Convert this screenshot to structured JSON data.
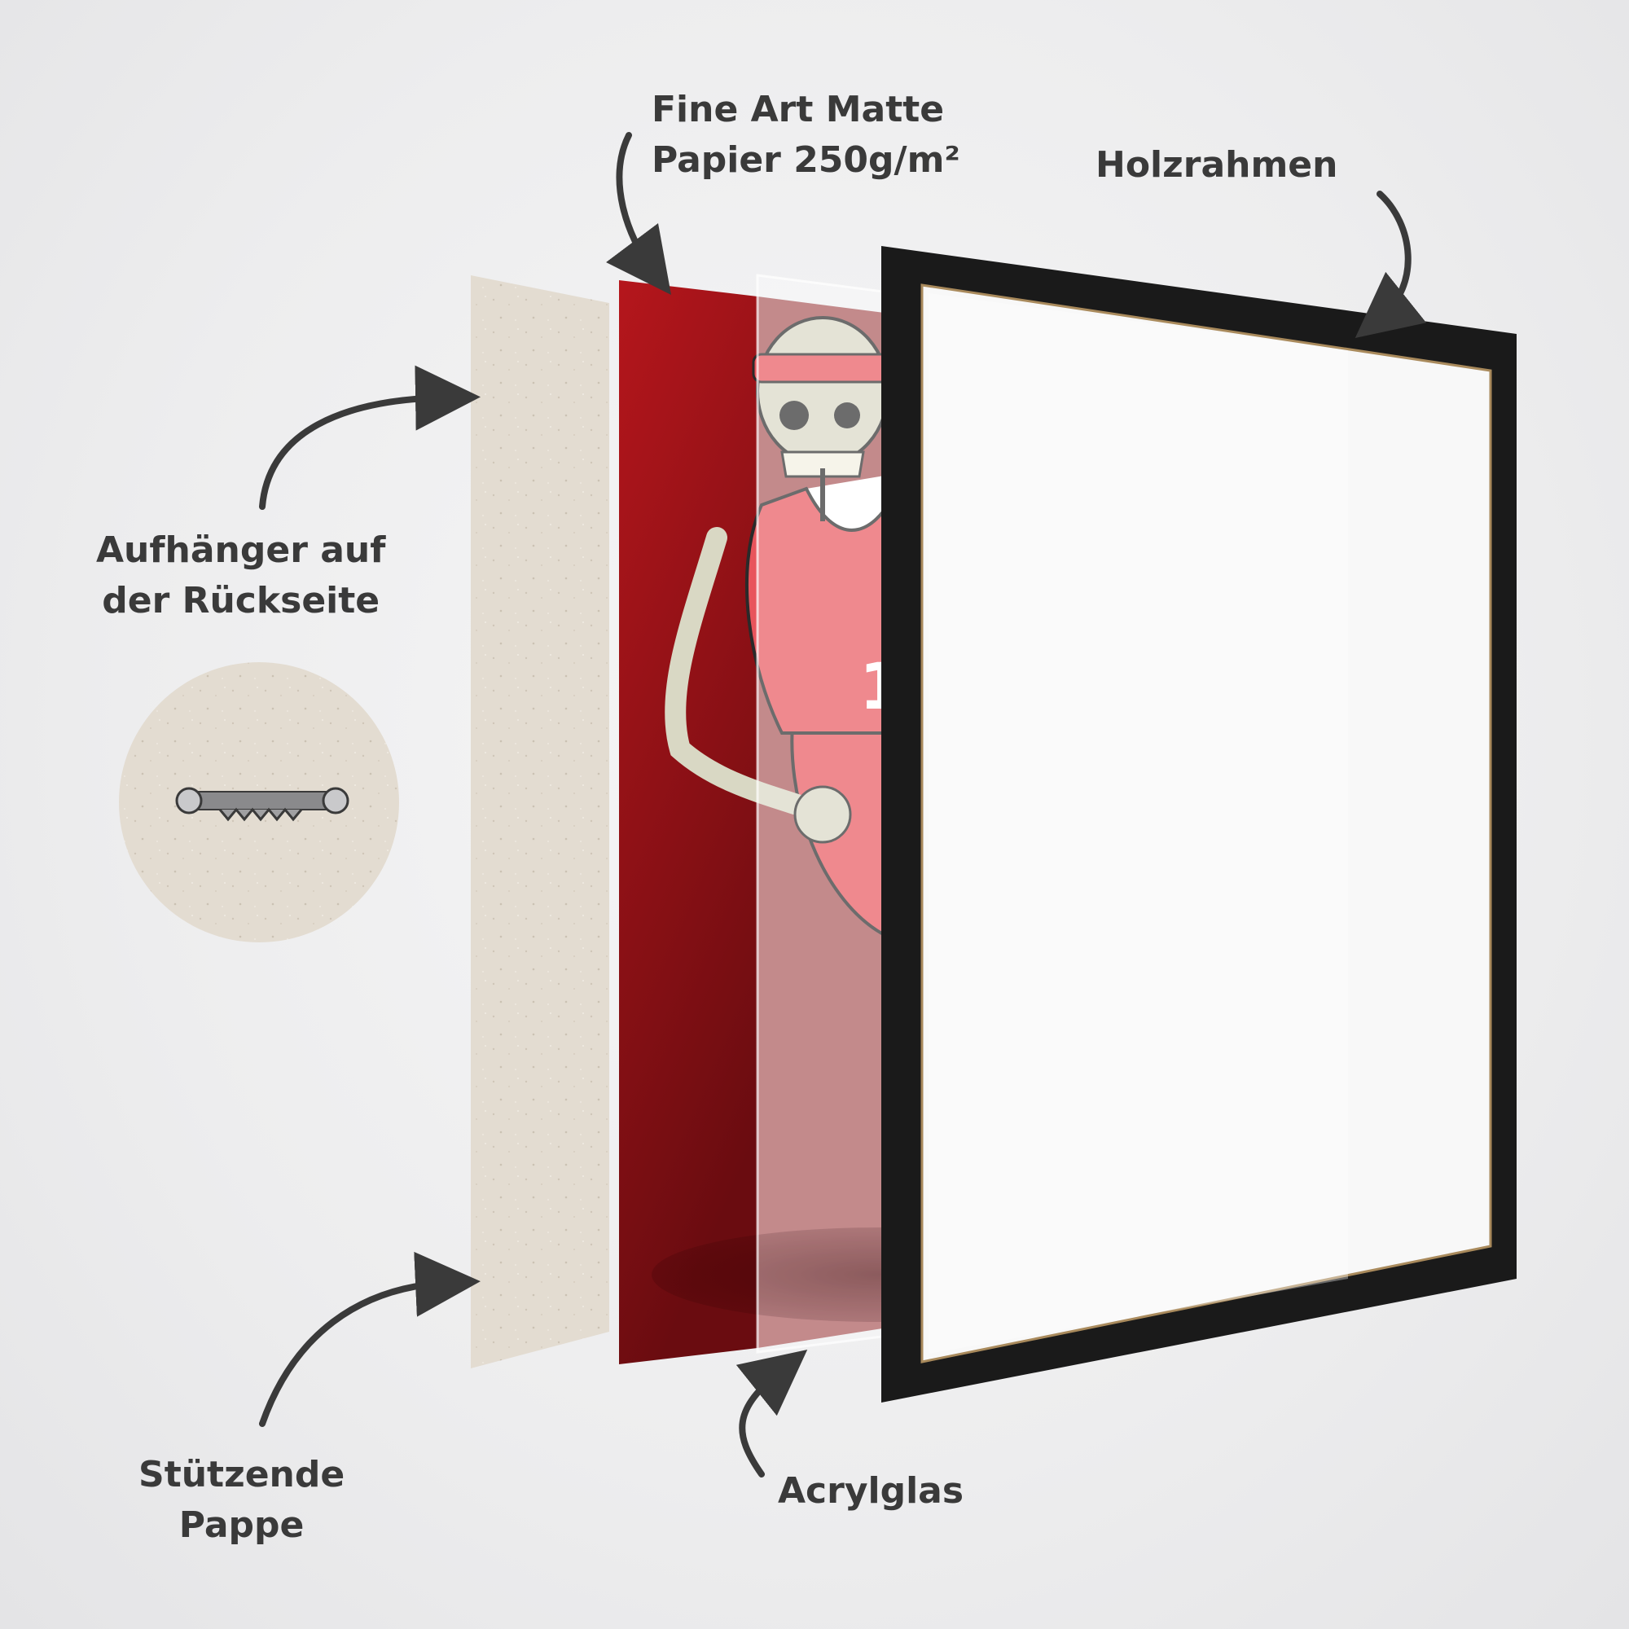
{
  "labels": {
    "paper_line1": "Fine Art Matte",
    "paper_line2": "Papier 250g/m²",
    "frame": "Holzrahmen",
    "hanger_line1": "Aufhänger auf",
    "hanger_line2": "der Rückseite",
    "backing_line1": "Stützende",
    "backing_line2": "Pappe",
    "glass": "Acrylglas"
  },
  "artwork": {
    "jersey_number": "1"
  },
  "colors": {
    "background": "#eeeeef",
    "text": "#3a3a3a",
    "arrow": "#3a3a3a",
    "cardboard": "#e3dcd1",
    "paper_red_top": "#b5161c",
    "paper_red_bottom": "#6a0c10",
    "frame": "#1a1a1a",
    "jersey": "#e8545c",
    "ball": "#e07a4f",
    "bone": "#d9d8c4"
  },
  "icons": [
    "curved-arrow-icon",
    "sawtooth-hanger-icon"
  ]
}
